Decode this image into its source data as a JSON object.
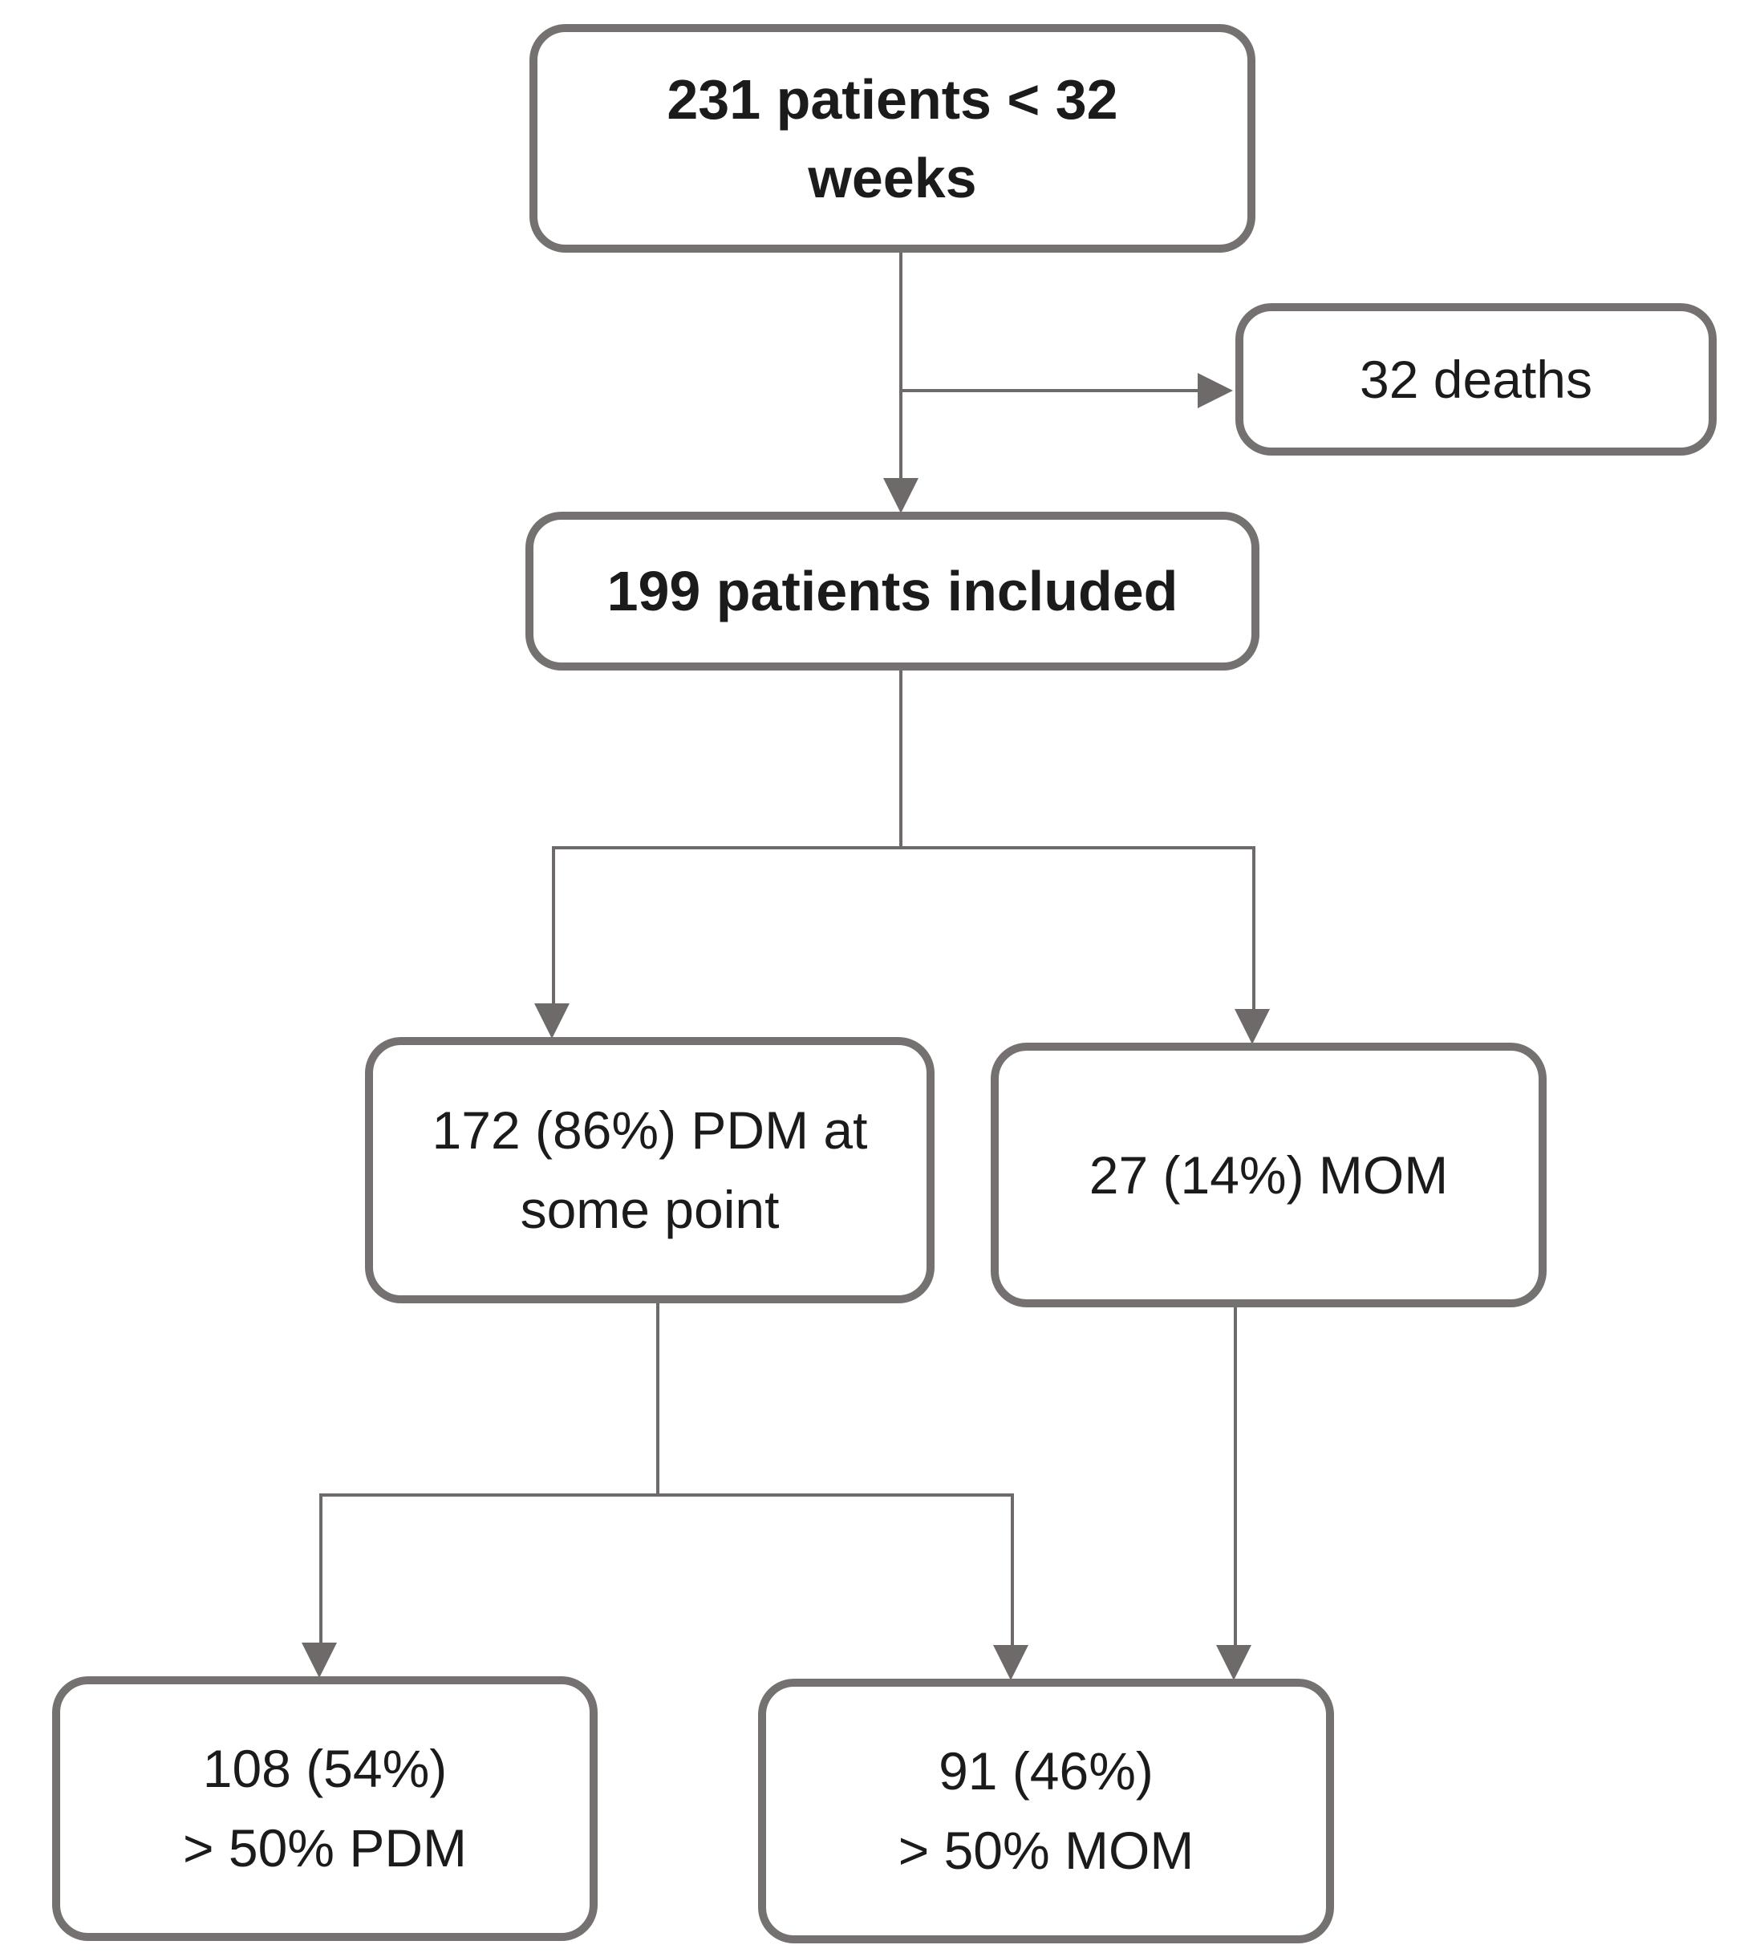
{
  "diagram": {
    "background": "#ffffff",
    "box_border_color": "#767171",
    "connector_color": "#6e6a6a",
    "text_color": "#1b1b1b",
    "nodes": {
      "total": {
        "text": "231 patients < 32\nweeks",
        "emphasis": "bold"
      },
      "deaths": {
        "text": "32 deaths",
        "emphasis": "regular"
      },
      "included": {
        "text": "199 patients included",
        "emphasis": "bold"
      },
      "pdm_any": {
        "text": "172 (86%) PDM at\nsome point",
        "emphasis": "regular"
      },
      "mom": {
        "text": "27 (14%) MOM",
        "emphasis": "regular"
      },
      "pdm_majority": {
        "text": "108 (54%)\n> 50% PDM",
        "emphasis": "regular"
      },
      "mom_majority": {
        "text": "91 (46%)\n> 50% MOM",
        "emphasis": "regular"
      }
    },
    "edges": [
      {
        "from": "total",
        "to": "deaths"
      },
      {
        "from": "total",
        "to": "included"
      },
      {
        "from": "included",
        "to": "pdm_any"
      },
      {
        "from": "included",
        "to": "mom"
      },
      {
        "from": "pdm_any",
        "to": "pdm_majority"
      },
      {
        "from": "pdm_any",
        "to": "mom_majority"
      },
      {
        "from": "mom",
        "to": "mom_majority"
      }
    ]
  }
}
